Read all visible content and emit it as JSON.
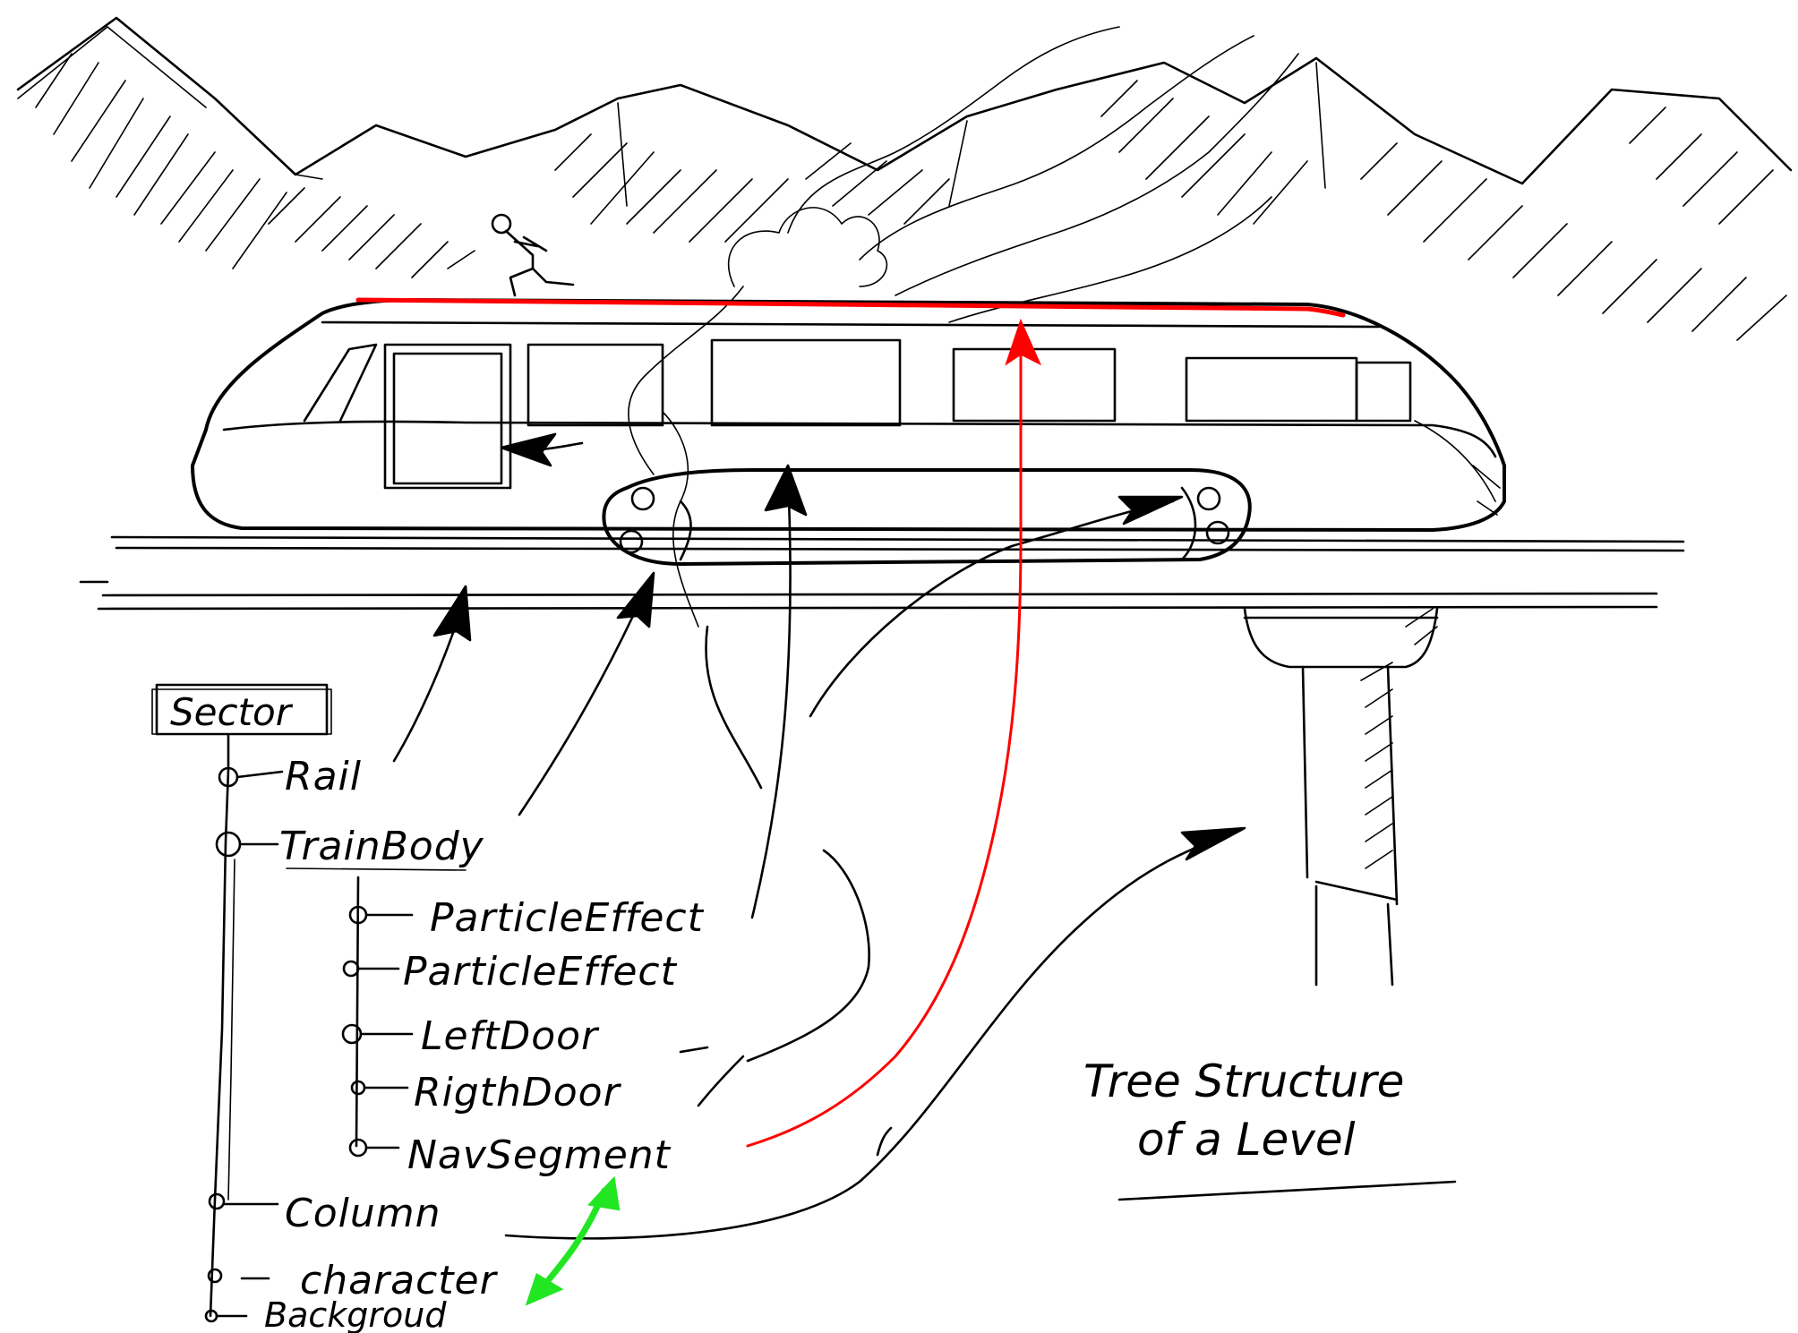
{
  "title": {
    "line1": "Tree Structure",
    "line2": "of a Level"
  },
  "tree": {
    "root": "Sector",
    "nodes": [
      {
        "id": "rail",
        "label": "Rail"
      },
      {
        "id": "train-body",
        "label": "TrainBody"
      },
      {
        "id": "particle-effect-1",
        "label": "ParticleEffect"
      },
      {
        "id": "particle-effect-2",
        "label": "ParticleEffect"
      },
      {
        "id": "left-door",
        "label": "LeftDoor"
      },
      {
        "id": "right-door",
        "label": "RigthDoor"
      },
      {
        "id": "nav-segment",
        "label": "NavSegment"
      },
      {
        "id": "column",
        "label": "Column"
      },
      {
        "id": "character",
        "label": "character"
      },
      {
        "id": "background",
        "label": "Backgroud"
      }
    ]
  },
  "colors": {
    "ink": "#000000",
    "nav_highlight": "#ff0000",
    "link_highlight": "#22e622"
  }
}
